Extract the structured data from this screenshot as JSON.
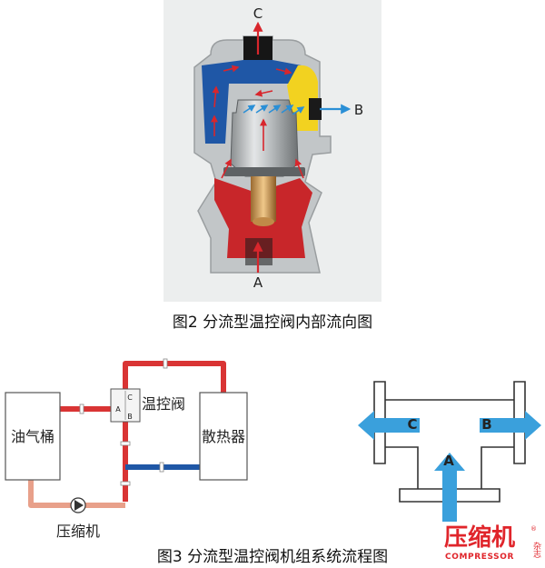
{
  "fig2": {
    "caption": "图2 分流型温控阀内部流向图",
    "port_a": "A",
    "port_b": "B",
    "port_c": "C"
  },
  "fig3": {
    "caption": "图3 分流型温控阀机组系统流程图",
    "tank": "油气桶",
    "valve": "温控阀",
    "radiator": "散热器",
    "compressor": "压缩机",
    "valve_port_a": "A",
    "valve_port_b": "B",
    "valve_port_c": "C",
    "schematic_port_a": "A",
    "schematic_port_b": "B",
    "schematic_port_c": "C"
  },
  "watermark": {
    "main": "压缩机",
    "sub": "COMPRESSOR",
    "side": "杂志",
    "reg": "®"
  },
  "colors": {
    "hot_oil": "#d93434",
    "hot_oil_body": "#c8262a",
    "cool_oil": "#1f57a6",
    "mixed_oil": "#e8a08a",
    "valve_yellow": "#f2d220",
    "housing_gray": "#c2c6c8",
    "flow_arrow_blue": "#3aa0dc",
    "flow_arrow_red": "#d8262c",
    "watermark_red": "#e0252b"
  }
}
